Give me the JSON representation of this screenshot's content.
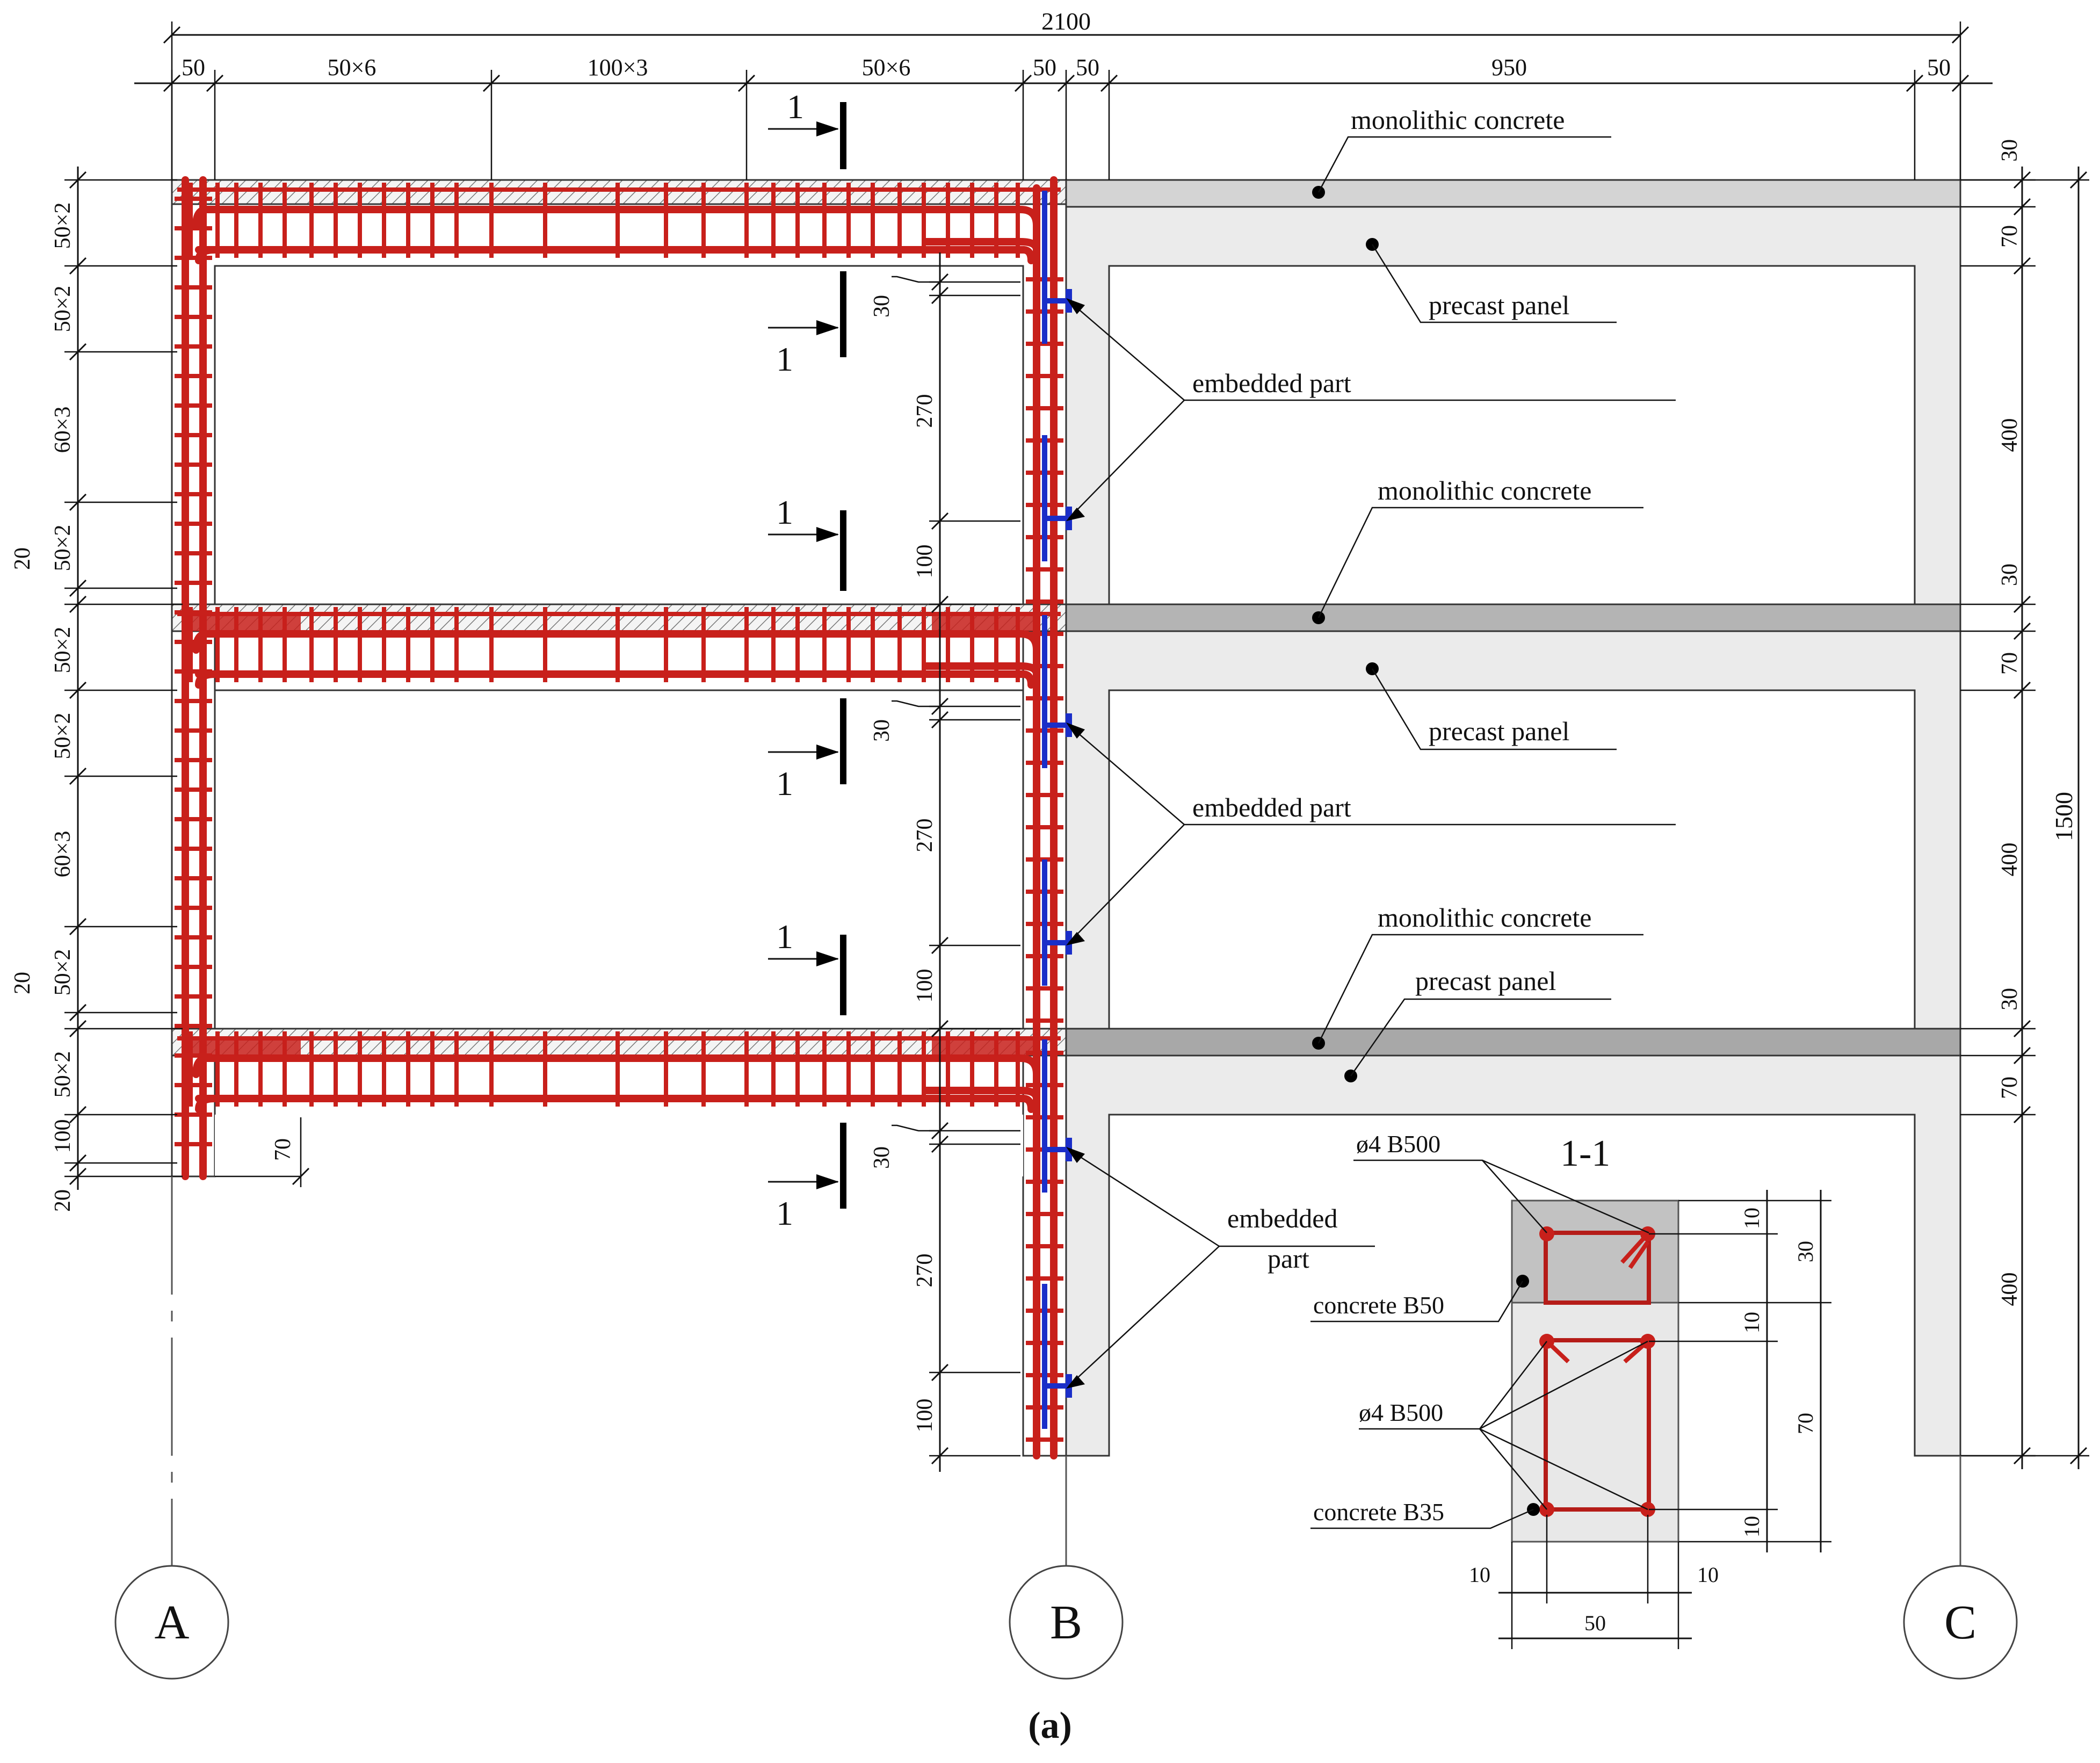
{
  "dimensions": {
    "top_total": "2100",
    "top_segments": [
      "50",
      "50×6",
      "100×3",
      "50×6",
      "50",
      "50",
      "950",
      "50"
    ],
    "left_segments": [
      "50×2",
      "50×2",
      "60×3",
      "50×2",
      "20",
      "50×2",
      "50×2",
      "60×3",
      "50×2",
      "20",
      "50×2",
      "100",
      "20",
      "70"
    ],
    "right_segments": [
      "30",
      "70",
      "400",
      "30",
      "70",
      "400",
      "30",
      "70",
      "400"
    ],
    "right_total": "1500",
    "middle_segments": [
      "30",
      "270",
      "100",
      "30",
      "270",
      "100",
      "30",
      "270",
      "100"
    ]
  },
  "labels": {
    "monolithic_concrete": "monolithic concrete",
    "precast_panel": "precast panel",
    "embedded_part": "embedded part",
    "embedded_part_line1": "embedded",
    "embedded_part_line2": "part",
    "section_mark": "1",
    "section_title": "1-1",
    "rebar_spec": "ø4  B500",
    "concrete_b50": "concrete B50",
    "concrete_b35": "concrete B35"
  },
  "section_dims": {
    "right": [
      "10",
      "30",
      "10",
      "70",
      "10"
    ],
    "bottom": [
      "10",
      "10",
      "50"
    ]
  },
  "axes": [
    "A",
    "B",
    "C"
  ],
  "caption": "(a)",
  "colors": {
    "rebar": "#c8201b",
    "embedded": "#1a2ec8",
    "monolithic_fill": "#a8a8a8",
    "precast_fill": "#e6e6e6",
    "ink": "#111111"
  }
}
